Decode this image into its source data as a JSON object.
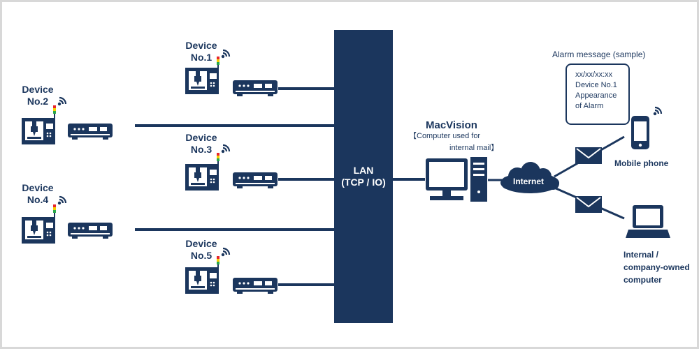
{
  "devices": [
    {
      "line1": "Device",
      "line2": "No.1"
    },
    {
      "line1": "Device",
      "line2": "No.2"
    },
    {
      "line1": "Device",
      "line2": "No.3"
    },
    {
      "line1": "Device",
      "line2": "No.4"
    },
    {
      "line1": "Device",
      "line2": "No.5"
    }
  ],
  "lan": {
    "line1": "LAN",
    "line2": "(TCP / IO)"
  },
  "macvision": {
    "title": "MacVision",
    "subtitle1": "【Computer used for",
    "subtitle2": "internal mail】"
  },
  "internet": {
    "label": "Internet"
  },
  "alarm": {
    "title": "Alarm message (sample)",
    "lines": [
      "xx/xx/xx:xx",
      "Device No.1",
      "Appearance",
      "of Alarm"
    ]
  },
  "mobile": {
    "label": "Mobile phone"
  },
  "computer": {
    "line1": "Internal /",
    "line2": "company-owned",
    "line3": "computer"
  },
  "colors": {
    "navy": "#1b365d",
    "signal_red": "#e8262b",
    "signal_yellow": "#f5d000",
    "signal_green": "#2aa84a"
  },
  "icons": [
    "machine-tool-icon",
    "signal-tower-icon",
    "wifi-icon",
    "network-adapter-icon",
    "monitor-icon",
    "pc-tower-icon",
    "cloud-icon",
    "envelope-icon",
    "mobile-phone-icon",
    "laptop-icon"
  ]
}
